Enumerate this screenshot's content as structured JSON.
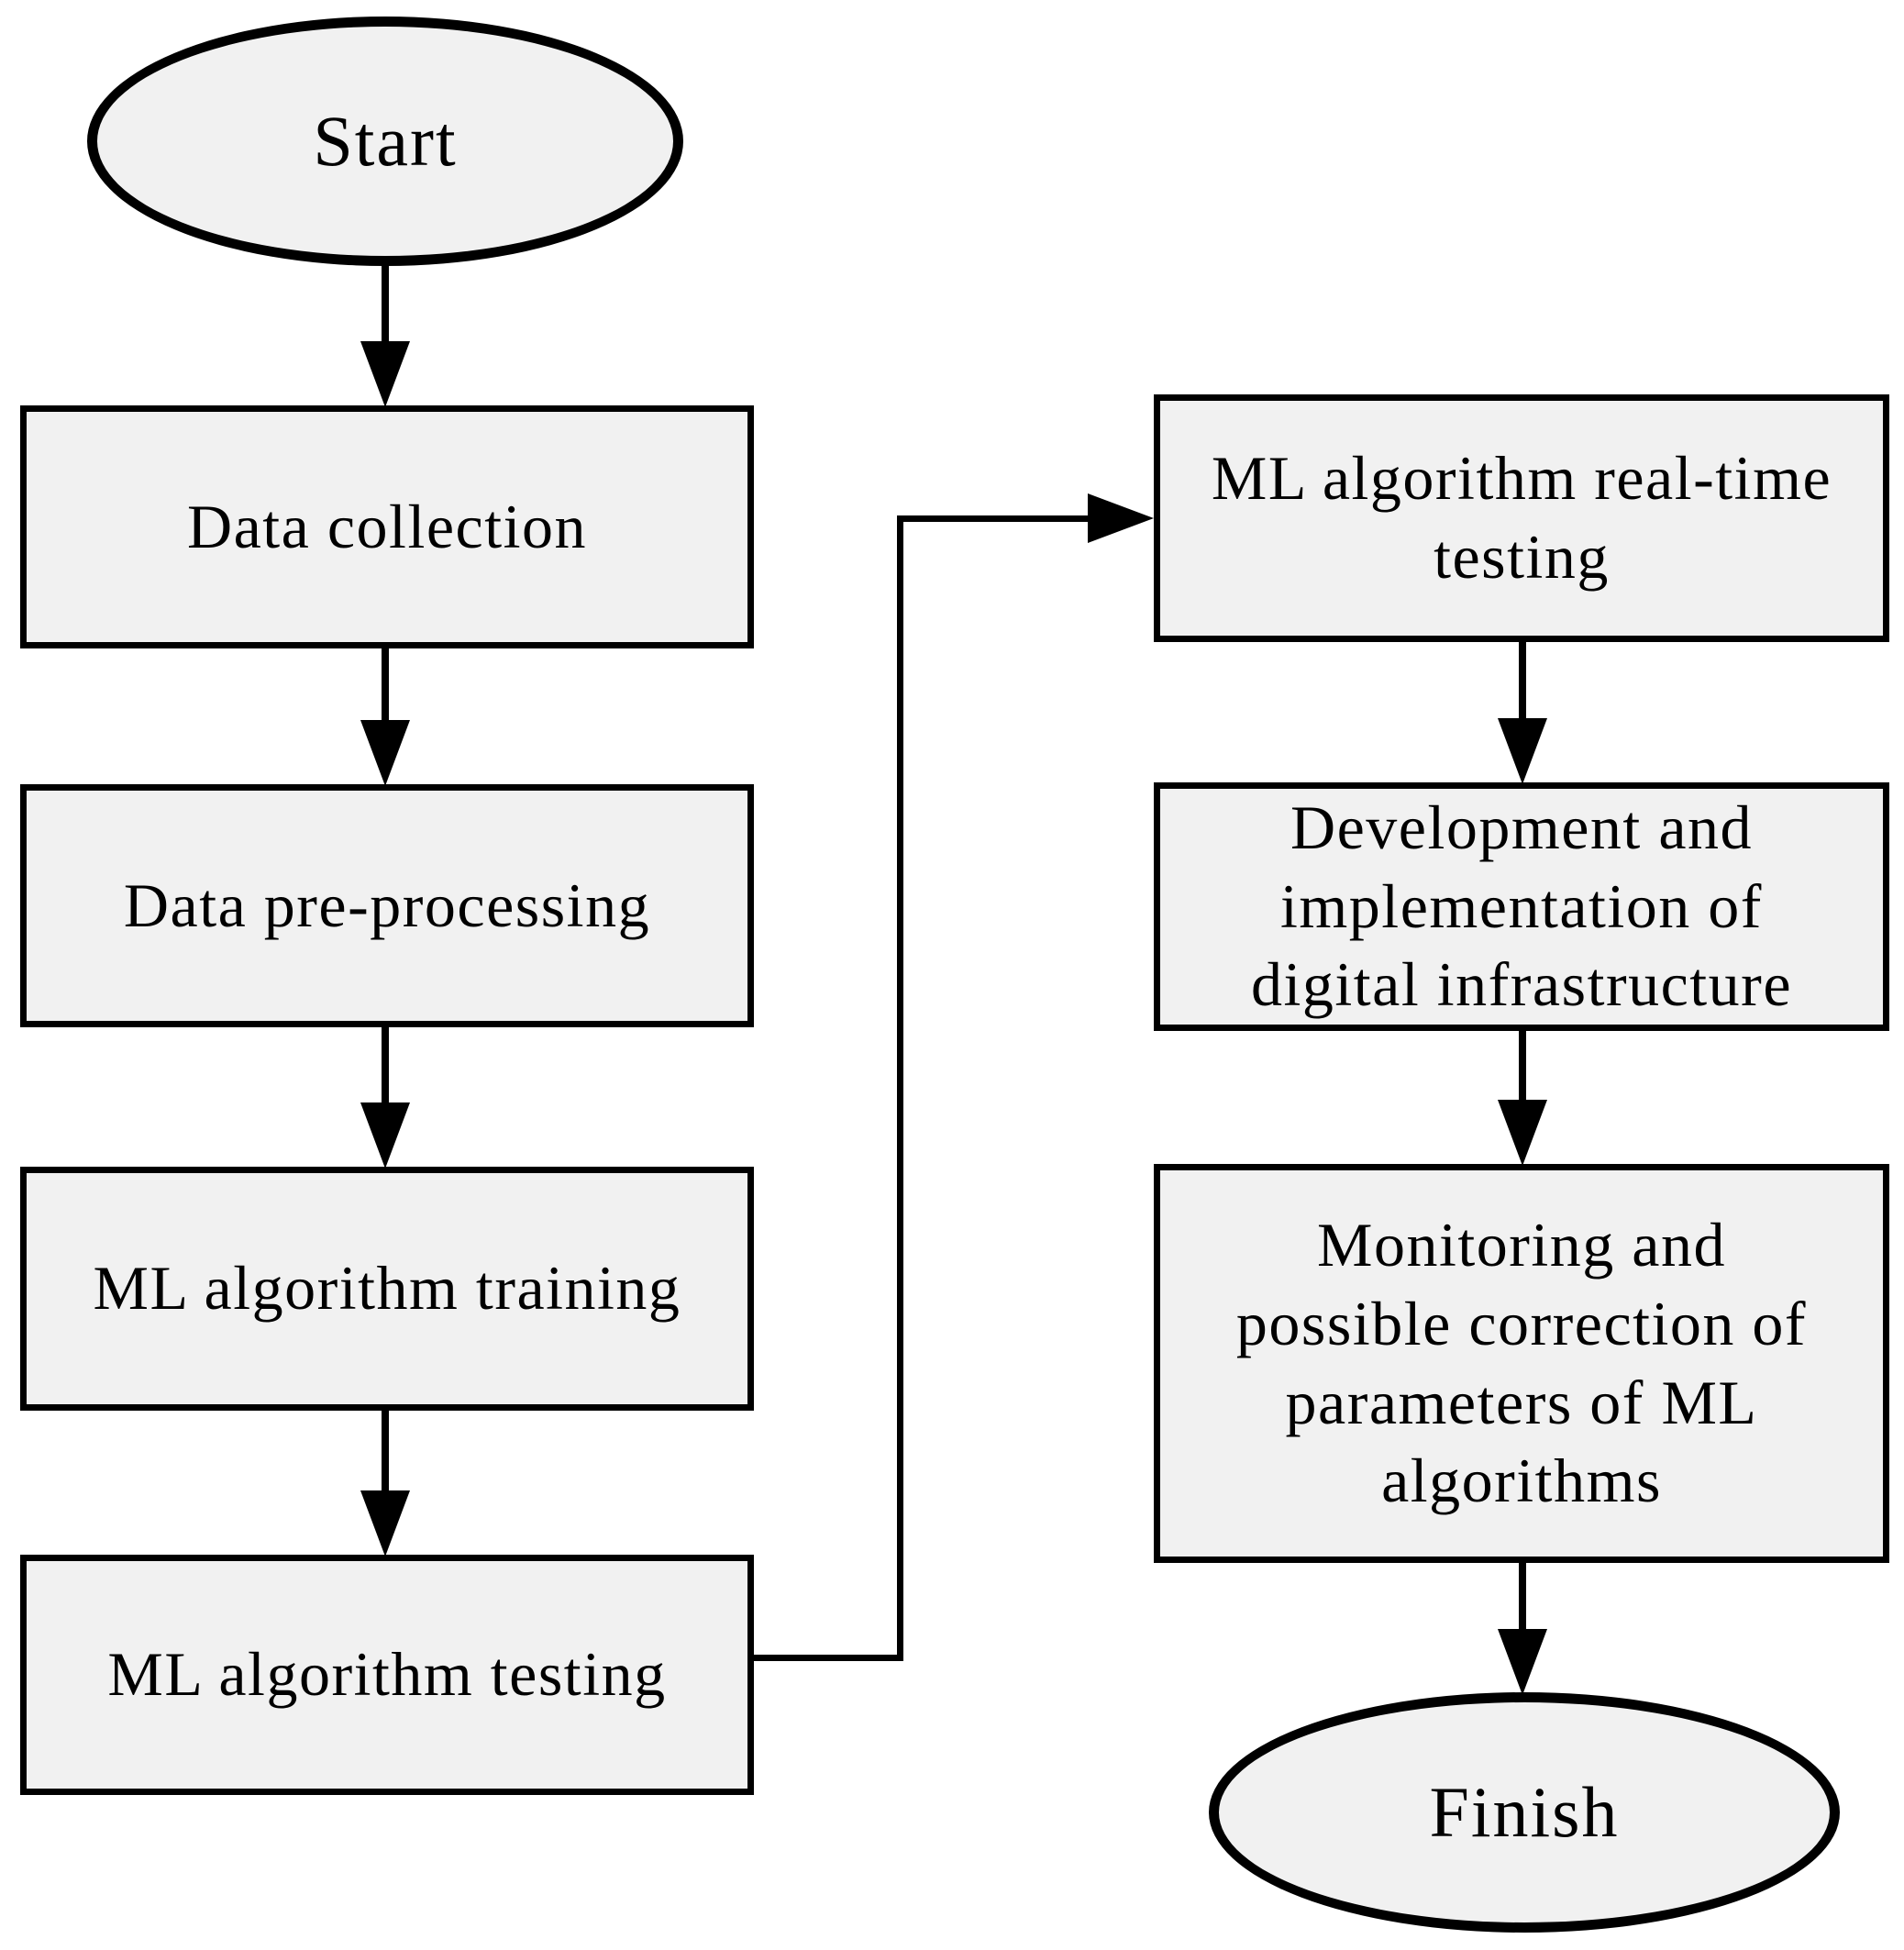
{
  "flowchart": {
    "background_color": "#ffffff",
    "node_fill_color": "#f1f1f1",
    "line_color": "#000000",
    "nodes": {
      "start": {
        "shape": "ellipse",
        "label": "Start"
      },
      "data_collection": {
        "shape": "process",
        "label": "Data collection"
      },
      "data_pre_processing": {
        "shape": "process",
        "label": "Data pre-processing"
      },
      "ml_algorithm_training": {
        "shape": "process",
        "label": "ML algorithm training"
      },
      "ml_algorithm_testing": {
        "shape": "process",
        "label": "ML algorithm testing"
      },
      "ml_algorithm_real_time_testing": {
        "shape": "process",
        "label": "ML algorithm real-time\ntesting"
      },
      "development_infrastructure": {
        "shape": "process",
        "label": "Development and\nimplementation of\ndigital infrastructure"
      },
      "monitoring_correction": {
        "shape": "process",
        "label": "Monitoring and\npossible correction of\nparameters of ML\nalgorithms"
      },
      "finish": {
        "shape": "ellipse",
        "label": "Finish"
      }
    },
    "edges": [
      {
        "from": "start",
        "to": "data_collection"
      },
      {
        "from": "data_collection",
        "to": "data_pre_processing"
      },
      {
        "from": "data_pre_processing",
        "to": "ml_algorithm_training"
      },
      {
        "from": "ml_algorithm_training",
        "to": "ml_algorithm_testing"
      },
      {
        "from": "ml_algorithm_testing",
        "to": "ml_algorithm_real_time_testing"
      },
      {
        "from": "ml_algorithm_real_time_testing",
        "to": "development_infrastructure"
      },
      {
        "from": "development_infrastructure",
        "to": "monitoring_correction"
      },
      {
        "from": "monitoring_correction",
        "to": "finish"
      }
    ]
  }
}
